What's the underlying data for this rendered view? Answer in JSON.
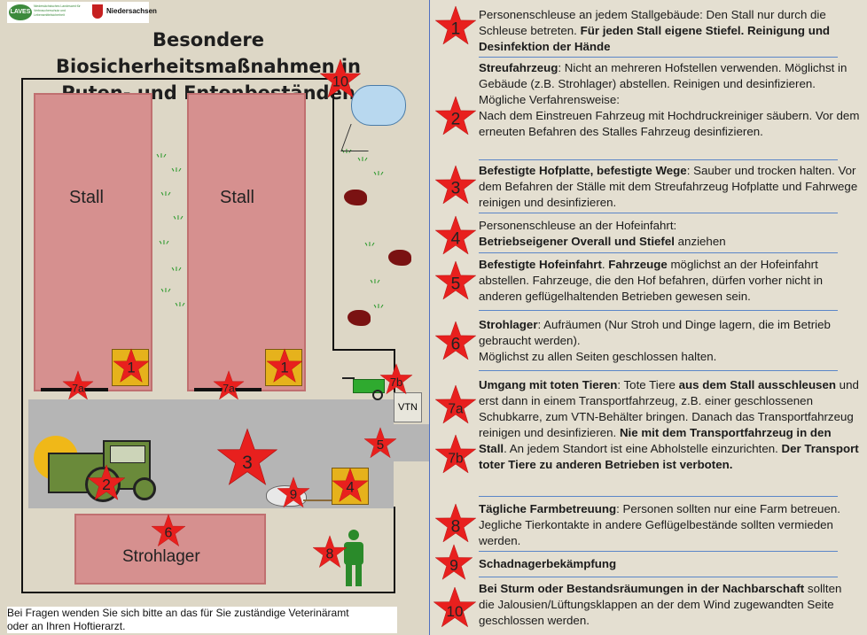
{
  "header": {
    "logo_text_1": "LAVES",
    "logo_text_2": "Niedersächsisches Landesamt für Verbraucherschutz und Lebensmittelsicherheit",
    "logo_text_3": "Niedersachsen"
  },
  "title_line1": "Besondere Biosicherheitsmaßnahmen in",
  "title_line2": "Puten- und Entenbeständen",
  "diagram": {
    "stall1": "Stall",
    "stall2": "Stall",
    "strohlager": "Strohlager",
    "vtn": "VTN",
    "stars": {
      "s1a": "1",
      "s1b": "1",
      "s2": "2",
      "s3": "3",
      "s4": "4",
      "s5": "5",
      "s6": "6",
      "s7a_1": "7a",
      "s7a_2": "7a",
      "s7b": "7b",
      "s8": "8",
      "s9": "9",
      "s10": "10"
    }
  },
  "footer": {
    "line1": "Bei Fragen wenden Sie sich bitte an das für Sie zuständige Veterinäramt",
    "line2": "oder an Ihren Hoftierarzt."
  },
  "measures": [
    {
      "num": "1",
      "p1": "Personenschleuse an jedem Stallgebäude: Den Stall nur durch die Schleuse betreten. ",
      "b1": "Für jeden Stall eigene Stiefel. Reinigung und Desinfektion der Hände"
    },
    {
      "num": "2",
      "b1": "Streufahrzeug",
      "p1": ": Nicht an mehreren Hofstellen verwenden. Möglichst in Gebäude (z.B. Strohlager) abstellen. Reinigen und desinfizieren.",
      "p2": "Mögliche Verfahrensweise:",
      "p3": "Nach dem Einstreuen Fahrzeug mit Hochdruckreiniger säubern. Vor dem erneuten Befahren des Stalles Fahrzeug desinfizieren."
    },
    {
      "num": "3",
      "b1": "Befestigte Hofplatte, befestigte Wege",
      "p1": ": Sauber und trocken halten. Vor dem Befahren der Ställe mit dem Streufahrzeug Hofplatte und Fahrwege reinigen und desinfizieren."
    },
    {
      "num": "4",
      "p1": "Personenschleuse an der Hofeinfahrt:",
      "b1": "Betriebseigener Overall und Stiefel",
      "p2": " anziehen"
    },
    {
      "num": "5",
      "b1": "Befestigte Hofeinfahrt",
      "p1": ". ",
      "b2": "Fahrzeuge",
      "p2": " möglichst an der Hofeinfahrt abstellen. Fahrzeuge, die den Hof befahren, dürfen vorher nicht in anderen geflügelhaltenden Betrieben gewesen sein."
    },
    {
      "num": "6",
      "b1": "Strohlager",
      "p1": ": Aufräumen (Nur  Stroh und Dinge lagern, die im Betrieb gebraucht werden).",
      "p2": "Möglichst zu allen Seiten geschlossen halten."
    },
    {
      "num": "7a",
      "num2": "7b",
      "b1": "Umgang mit toten Tieren",
      "p1": ": Tote Tiere ",
      "b2": "aus dem Stall ausschleusen",
      "p2": " und erst dann in einem Transportfahrzeug, z.B. einer geschlossenen Schubkarre, zum VTN-Behälter bringen. Danach das Transportfahrzeug reinigen und desinfizieren. ",
      "b3": "Nie mit dem Transportfahrzeug in den Stall",
      "p3": ". An jedem Standort ist eine Abholstelle einzurichten. ",
      "b4": "Der Transport toter Tiere zu anderen Betrieben ist verboten."
    },
    {
      "num": "8",
      "b1": "Tägliche Farmbetreuung",
      "p1": ": Personen sollten nur eine Farm betreuen. Jegliche Tierkontakte in andere Geflügelbestände sollten vermieden werden."
    },
    {
      "num": "9",
      "b1": "Schadnagerbekämpfung"
    },
    {
      "num": "10",
      "b1": "Bei Sturm oder Bestandsräumungen in der Nachbarschaft",
      "p1": " sollten die Jalousien/Lüftungsklappen an der dem Wind zugewandten Seite geschlossen werden."
    }
  ],
  "colors": {
    "star": "#e8201e",
    "stall": "#d6908f",
    "road": "#b5b5b5",
    "box": "#e6b21c",
    "separator": "#5b86c8"
  }
}
